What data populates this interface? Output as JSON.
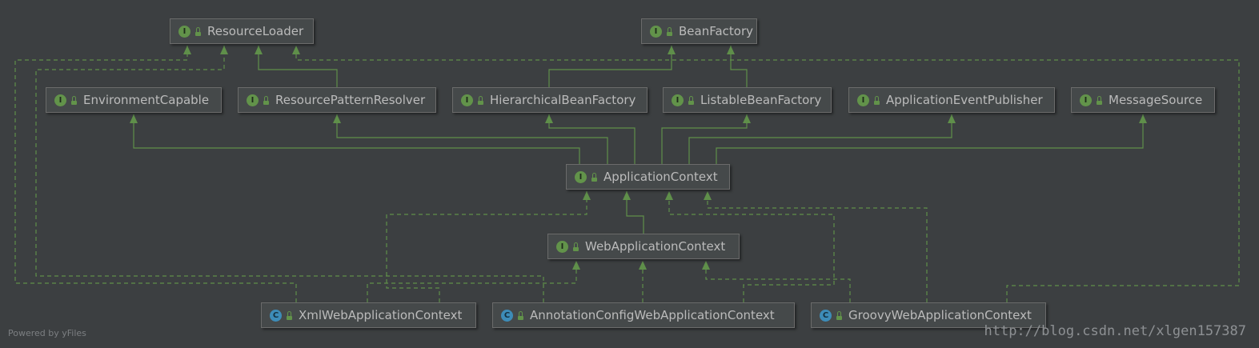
{
  "diagram": {
    "nodes": [
      {
        "id": "resource-loader",
        "label": "ResourceLoader",
        "kind": "I"
      },
      {
        "id": "bean-factory",
        "label": "BeanFactory",
        "kind": "I"
      },
      {
        "id": "environment-capable",
        "label": "EnvironmentCapable",
        "kind": "I"
      },
      {
        "id": "resource-pattern-resolver",
        "label": "ResourcePatternResolver",
        "kind": "I"
      },
      {
        "id": "hierarchical-bean-factory",
        "label": "HierarchicalBeanFactory",
        "kind": "I"
      },
      {
        "id": "listable-bean-factory",
        "label": "ListableBeanFactory",
        "kind": "I"
      },
      {
        "id": "application-event-publisher",
        "label": "ApplicationEventPublisher",
        "kind": "I"
      },
      {
        "id": "message-source",
        "label": "MessageSource",
        "kind": "I"
      },
      {
        "id": "application-context",
        "label": "ApplicationContext",
        "kind": "I"
      },
      {
        "id": "web-application-context",
        "label": "WebApplicationContext",
        "kind": "I"
      },
      {
        "id": "xml-web-application-context",
        "label": "XmlWebApplicationContext",
        "kind": "C"
      },
      {
        "id": "annotation-config-web-application-context",
        "label": "AnnotationConfigWebApplicationContext",
        "kind": "C"
      },
      {
        "id": "groovy-web-application-context",
        "label": "GroovyWebApplicationContext",
        "kind": "C"
      }
    ],
    "edges": [
      {
        "from": "resource-pattern-resolver",
        "to": "resource-loader",
        "style": "solid"
      },
      {
        "from": "hierarchical-bean-factory",
        "to": "bean-factory",
        "style": "solid"
      },
      {
        "from": "listable-bean-factory",
        "to": "bean-factory",
        "style": "solid"
      },
      {
        "from": "application-context",
        "to": "environment-capable",
        "style": "solid"
      },
      {
        "from": "application-context",
        "to": "resource-pattern-resolver",
        "style": "solid"
      },
      {
        "from": "application-context",
        "to": "hierarchical-bean-factory",
        "style": "solid"
      },
      {
        "from": "application-context",
        "to": "listable-bean-factory",
        "style": "solid"
      },
      {
        "from": "application-context",
        "to": "application-event-publisher",
        "style": "solid"
      },
      {
        "from": "application-context",
        "to": "message-source",
        "style": "solid"
      },
      {
        "from": "web-application-context",
        "to": "application-context",
        "style": "solid"
      },
      {
        "from": "xml-web-application-context",
        "to": "web-application-context",
        "style": "dashed"
      },
      {
        "from": "annotation-config-web-application-context",
        "to": "web-application-context",
        "style": "dashed"
      },
      {
        "from": "groovy-web-application-context",
        "to": "web-application-context",
        "style": "dashed"
      },
      {
        "from": "xml-web-application-context",
        "to": "application-context",
        "style": "dashed"
      },
      {
        "from": "annotation-config-web-application-context",
        "to": "application-context",
        "style": "dashed"
      },
      {
        "from": "groovy-web-application-context",
        "to": "application-context",
        "style": "dashed"
      },
      {
        "from": "xml-web-application-context",
        "to": "resource-loader",
        "style": "dashed"
      },
      {
        "from": "annotation-config-web-application-context",
        "to": "resource-loader",
        "style": "dashed"
      },
      {
        "from": "groovy-web-application-context",
        "to": "resource-loader",
        "style": "dashed"
      }
    ]
  },
  "footer": {
    "text": "Powered by yFiles"
  },
  "watermark": {
    "text": "http://blog.csdn.net/xlgen157387"
  },
  "colors": {
    "background": "#3c3f41",
    "node_fill": "#45494a",
    "node_border": "#6b6b6b",
    "node_text": "#bbbbbb",
    "edge": "#5f8f4a",
    "interface_badge": "#62934a",
    "class_badge": "#3d8cb8"
  }
}
